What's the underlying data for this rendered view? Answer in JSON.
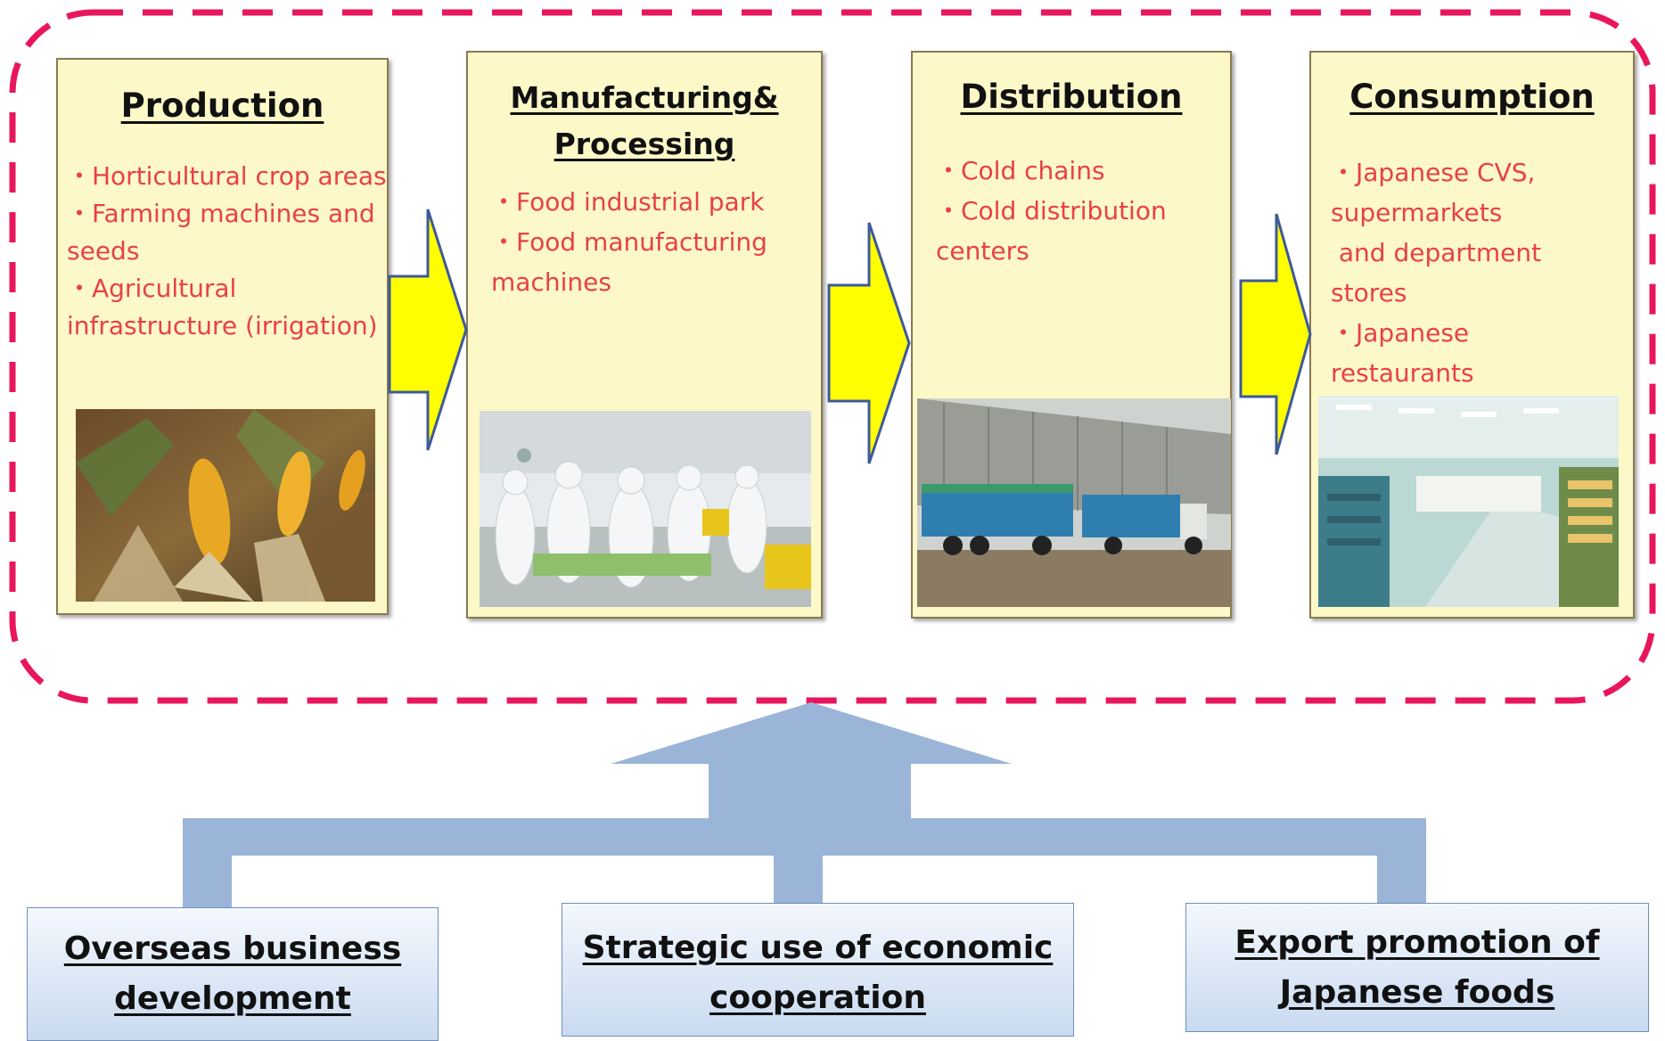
{
  "stages": [
    {
      "title_lines": [
        "Production"
      ],
      "items": [
        "・Horticultural crop areas",
        "・Farming machines and",
        "seeds",
        "・Agricultural",
        "infrastructure (irrigation)"
      ]
    },
    {
      "title_lines": [
        "Manufacturing&",
        "Processing"
      ],
      "items": [
        "・Food industrial park",
        "・Food manufacturing",
        "machines"
      ]
    },
    {
      "title_lines": [
        "Distribution"
      ],
      "items": [
        "・Cold chains",
        "・Cold distribution",
        "centers"
      ]
    },
    {
      "title_lines": [
        "Consumption"
      ],
      "items": [
        "・Japanese CVS,",
        "supermarkets",
        " and department",
        "stores",
        "・Japanese",
        "restaurants"
      ]
    }
  ],
  "pillars": [
    {
      "lines": [
        "Overseas business",
        "development"
      ]
    },
    {
      "lines": [
        "Strategic use of economic",
        "cooperation"
      ]
    },
    {
      "lines": [
        "Export promotion of",
        "Japanese foods"
      ]
    }
  ],
  "colors": {
    "frame_dash": "#e8175d",
    "stage_bg": "#fdf8c8",
    "item_text": "#e8404a",
    "flow_arrow_fill": "#ffff00",
    "flow_arrow_stroke": "#3d5a9a",
    "support_arrow": "#9bb5d8"
  }
}
